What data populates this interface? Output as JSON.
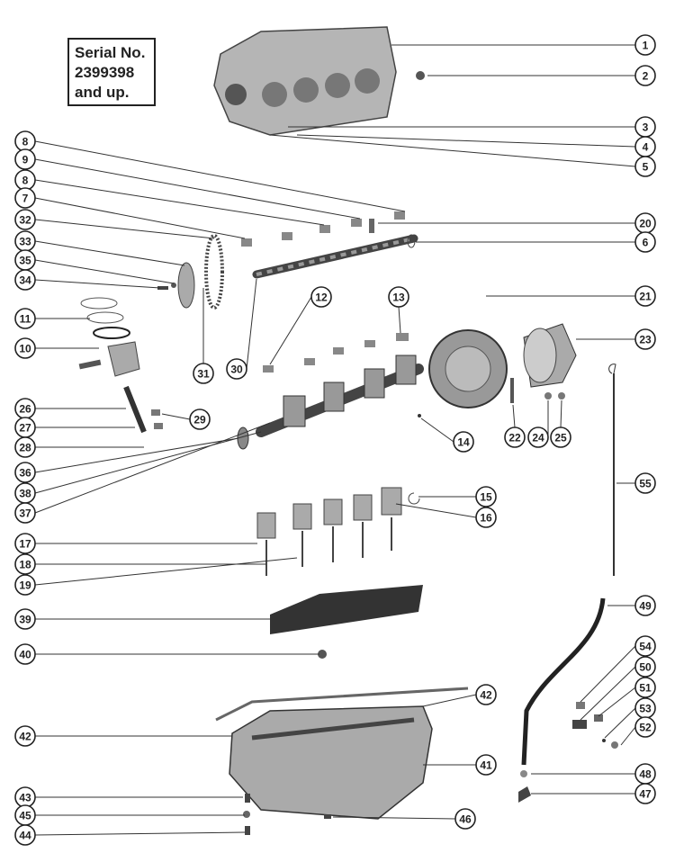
{
  "serial_box": {
    "line1": "Serial No.",
    "line2": "2399398",
    "line3": "and up."
  },
  "callouts": [
    "1",
    "2",
    "3",
    "4",
    "5",
    "20",
    "6",
    "21",
    "23",
    "55",
    "49",
    "54",
    "50",
    "51",
    "53",
    "52",
    "48",
    "47",
    "8",
    "9",
    "8",
    "7",
    "32",
    "33",
    "35",
    "34",
    "11",
    "10",
    "26",
    "27",
    "28",
    "36",
    "38",
    "37",
    "17",
    "18",
    "19",
    "39",
    "40",
    "42",
    "43",
    "45",
    "44",
    "12",
    "13",
    "30",
    "31",
    "29",
    "22",
    "24",
    "25",
    "14",
    "15",
    "16",
    "42",
    "41",
    "46"
  ],
  "colors": {
    "ink": "#222222",
    "part_fill": "#9a9a9a",
    "part_dark": "#555555"
  }
}
